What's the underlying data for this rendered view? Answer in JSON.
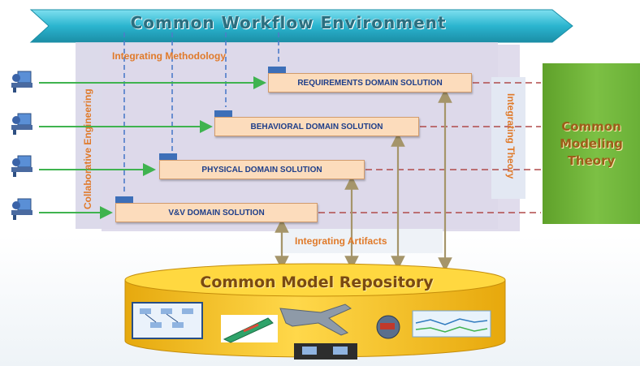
{
  "banner": {
    "title": "Common Workflow Environment"
  },
  "methodology_label": "Integrating Methodology",
  "collaborative_label": "Collaborative Engineering",
  "theory_side_label": "Integrating Theory",
  "artifacts_label": "Integrating Artifacts",
  "modeling_theory": {
    "line1": "Common",
    "line2": "Modeling",
    "line3": "Theory"
  },
  "domains": [
    {
      "label": "REQUIREMENTS DOMAIN SOLUTION"
    },
    {
      "label": "BEHAVIORAL DOMAIN SOLUTION"
    },
    {
      "label": "PHYSICAL DOMAIN SOLUTION"
    },
    {
      "label": "V&V DOMAIN SOLUTION"
    }
  ],
  "repository": {
    "title": "Common Model Repository"
  },
  "colors": {
    "banner": "#2bb5cf",
    "panel": "#ddd8ea",
    "domain_fill": "#fcdcbc",
    "domain_text": "#1e3e8a",
    "arrow_green": "#3fb34f",
    "label_orange": "#e07a2a",
    "theory_green": "#7cc044",
    "repo_gold": "#f7c51a",
    "connector": "#b3a06a",
    "dash_red": "#b04a4a",
    "dash_blue": "#4d7cc9"
  }
}
